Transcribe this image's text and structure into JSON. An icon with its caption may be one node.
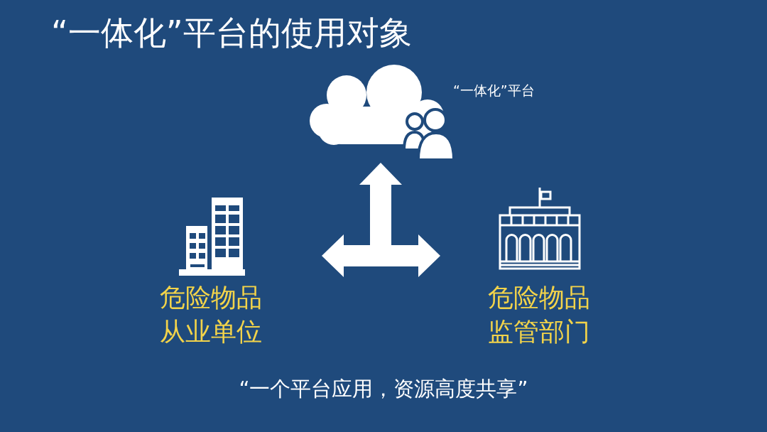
{
  "diagram": {
    "title": "“一体化”平台的使用对象",
    "nodes": [
      {
        "text": [
          "“一体化”平台"
        ]
      },
      {
        "text": [
          "危险物品从业单位"
        ]
      },
      {
        "text": [
          "危险物品监管部门"
        ]
      }
    ],
    "edges": [
      {
        "from": 1,
        "to": 2,
        "arrow": "both"
      },
      {
        "from": null,
        "to": 0,
        "arrow": "to"
      }
    ],
    "labels": [
      "“一个平台应用，资源高度共享”"
    ]
  }
}
